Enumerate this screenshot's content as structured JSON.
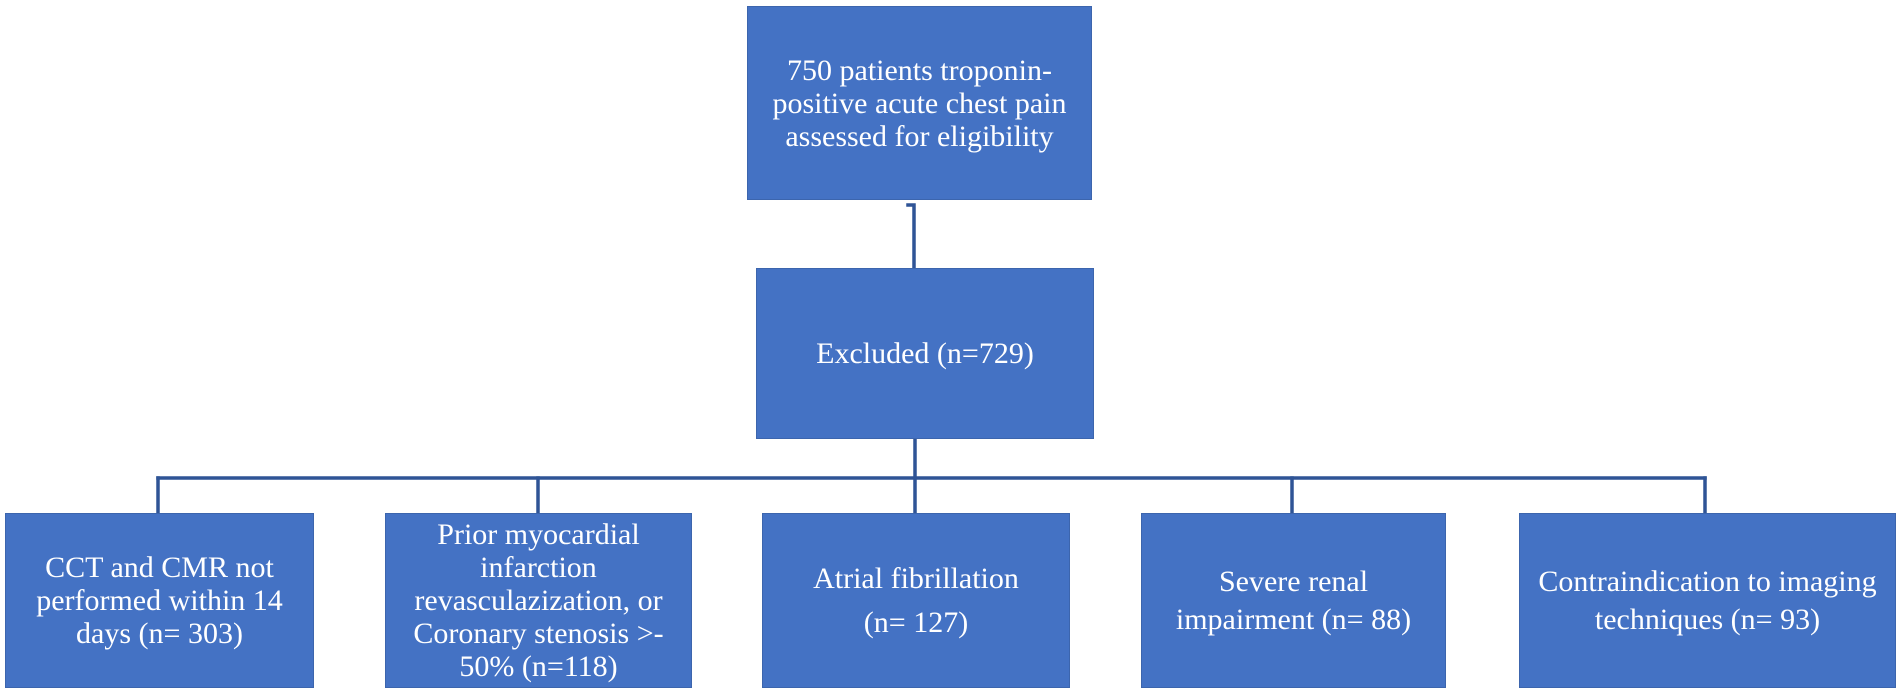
{
  "diagram": {
    "kind": "patient-flow-exclusion-flowchart",
    "colors": {
      "box_fill": "#4472C4",
      "box_border": "#3C65AD",
      "connector": "#2F5496",
      "text": "#FFFFFF",
      "background": "#FFFFFF"
    },
    "nodes": {
      "eligibility": {
        "text": "750 patients troponin-\npositive acute chest pain\nassessed for eligibility"
      },
      "excluded": {
        "text": "Excluded (n=729)"
      },
      "reason_1": {
        "text": "CCT and CMR not\nperformed within 14\ndays (n= 303)"
      },
      "reason_2": {
        "text": "Prior myocardial\ninfarction\nrevasculazization, or\nCoronary stenosis >-\n50% (n=118)"
      },
      "reason_3": {
        "text": "Atrial fibrillation\n(n= 127)"
      },
      "reason_4": {
        "text": "Severe renal\nimpairment (n= 88)"
      },
      "reason_5": {
        "text": "Contraindication to imaging\ntechniques (n= 93)"
      }
    },
    "edges": [
      {
        "from": "eligibility",
        "to": "excluded"
      },
      {
        "from": "excluded",
        "to": "reason_1"
      },
      {
        "from": "excluded",
        "to": "reason_2"
      },
      {
        "from": "excluded",
        "to": "reason_3"
      },
      {
        "from": "excluded",
        "to": "reason_4"
      },
      {
        "from": "excluded",
        "to": "reason_5"
      }
    ]
  }
}
